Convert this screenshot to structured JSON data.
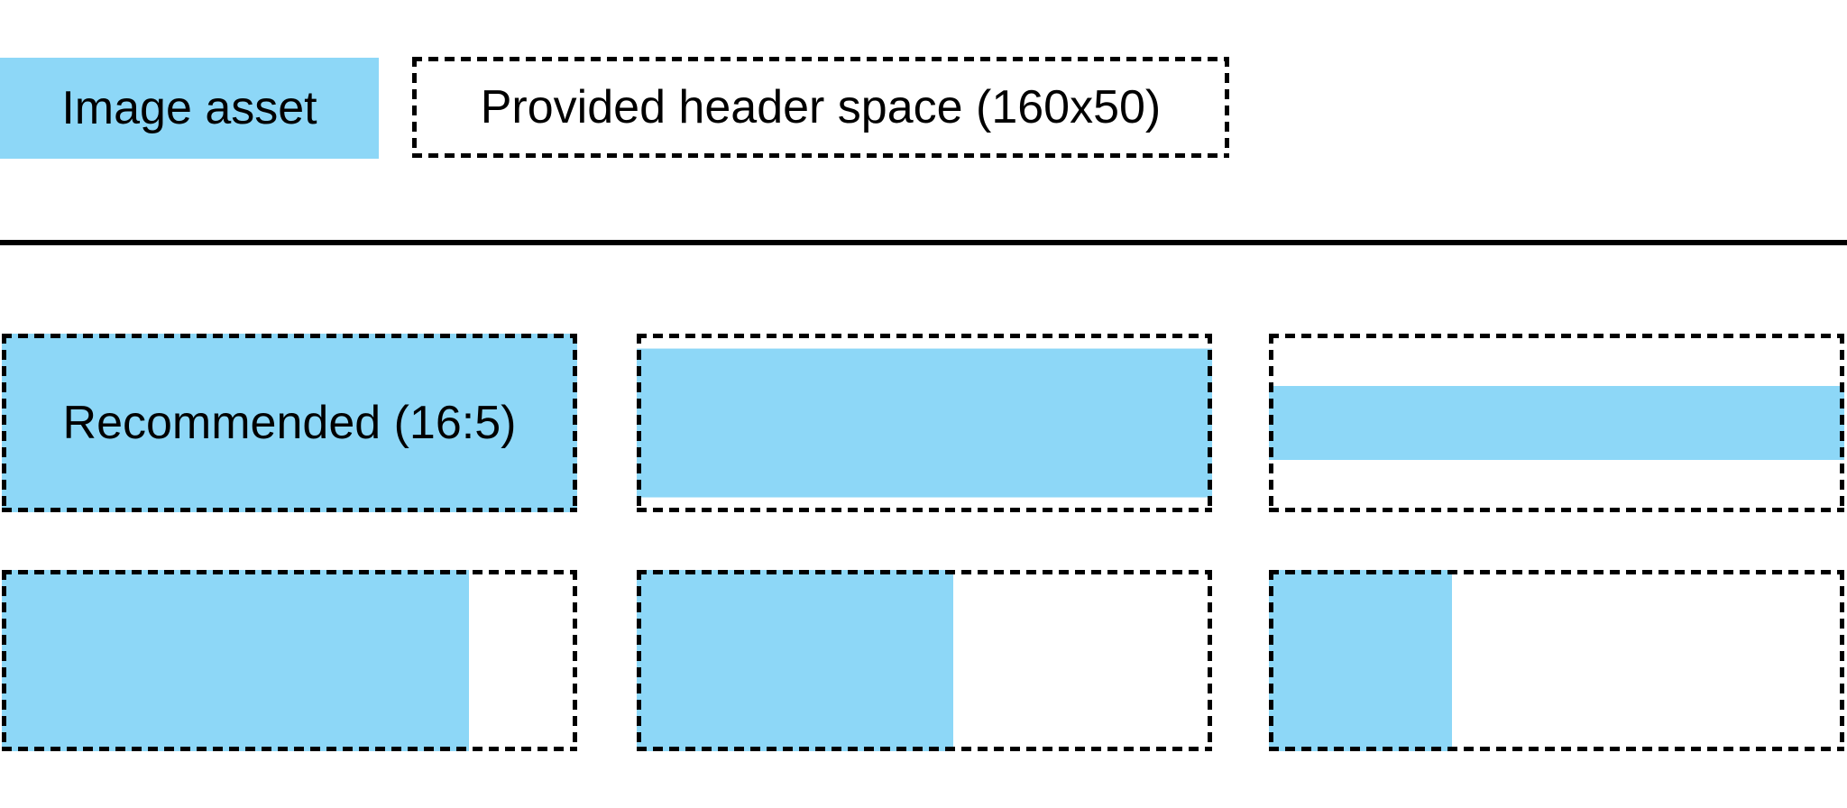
{
  "colors": {
    "asset_blue": "#8DD7F7",
    "line_black": "#000000",
    "background": "#FFFFFF"
  },
  "legend": {
    "image_asset": {
      "label": "Image asset"
    },
    "header_space": {
      "label": "Provided header space (160x50)"
    }
  },
  "examples": {
    "cells": [
      {
        "id": "recommended-16-5",
        "row": 1,
        "col": 1,
        "fit": "exact",
        "fill_width_pct": 100,
        "fill_height_pct": 100,
        "label": "Recommended (16:5)"
      },
      {
        "id": "wider-letterbox-large",
        "row": 1,
        "col": 2,
        "fit": "letterbox",
        "fill_width_pct": 100,
        "fill_height_pct": 83.3,
        "label": ""
      },
      {
        "id": "wider-letterbox-small",
        "row": 1,
        "col": 3,
        "fit": "letterbox",
        "fill_width_pct": 100,
        "fill_height_pct": 41.4,
        "label": ""
      },
      {
        "id": "narrower-pillarbox-large",
        "row": 2,
        "col": 1,
        "fit": "pillarbox",
        "fill_width_pct": 81.2,
        "fill_height_pct": 100,
        "label": ""
      },
      {
        "id": "narrower-pillarbox-medium",
        "row": 2,
        "col": 2,
        "fit": "pillarbox",
        "fill_width_pct": 55.0,
        "fill_height_pct": 100,
        "label": ""
      },
      {
        "id": "narrower-pillarbox-small",
        "row": 2,
        "col": 3,
        "fit": "pillarbox",
        "fill_width_pct": 31.8,
        "fill_height_pct": 100,
        "label": ""
      }
    ]
  }
}
